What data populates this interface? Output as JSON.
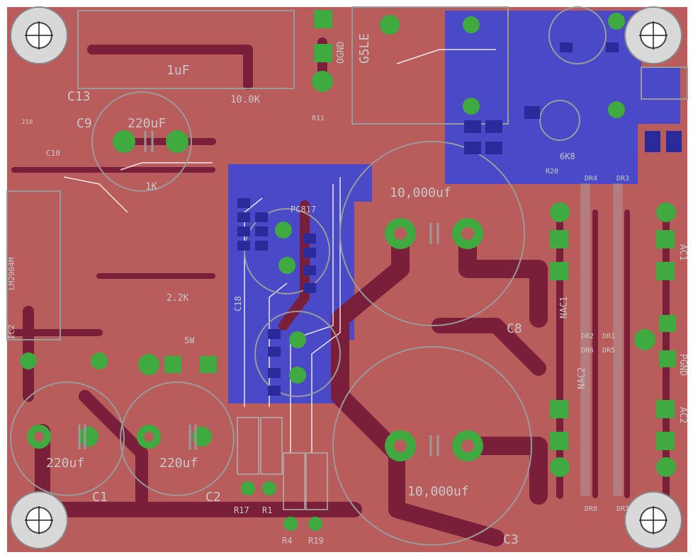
{
  "colors": {
    "board_bg": "#ffffff",
    "top_copper": "#b85c5c",
    "bottom_copper": "#4a4ac8",
    "trace_dark": "#7a1f3a",
    "pad_green": "#3faa3f",
    "silk": "#c8c8c8",
    "hole": "#d8d8d8"
  },
  "labels": {
    "c13": "C13",
    "c13_val": "1uF",
    "c9": "C9",
    "c9_val": "220uF",
    "r12_val": "10.0K",
    "r13_val": "1K",
    "r16_val": "2.2K",
    "c10": "C10",
    "ic2": "IC2",
    "lm": "LM2904M",
    "c1": "C1",
    "c1_val": "220uf",
    "c2": "C2",
    "c2_val": "220uf",
    "c8": "C8",
    "c8_val": "10,000uf",
    "c3": "C3",
    "c3_val": "10,000uf",
    "pgnd": "PGND",
    "ogund": "OGND",
    "g5le": "G5LE",
    "ac1": "AC1",
    "ac2": "AC2",
    "nac1": "NAC1",
    "nac2": "NAC2",
    "r17": "R17",
    "r1": "R1",
    "r4": "R4",
    "r19": "R19",
    "c18": "C18",
    "pc817": "PC817",
    "sw_val": "5W",
    "r6k": "6K8",
    "r20": "R20",
    "dr3": "DR3",
    "dr4": "DR4",
    "dr1": "DR1",
    "dr2": "DR2",
    "dr5": "DR5",
    "dr6": "DR6",
    "dr7": "DR7",
    "dr8": "DR8",
    "r11": "R11",
    "j10": "J10"
  }
}
